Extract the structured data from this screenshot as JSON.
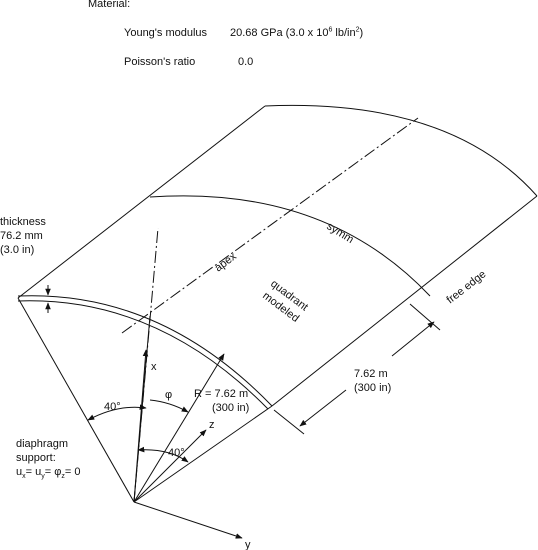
{
  "material": {
    "heading": "Material:",
    "youngs_label": "Young's modulus",
    "youngs_value_a": "20.68 GPa (3.0 x 10",
    "youngs_exp": "6",
    "youngs_value_b": " lb/in",
    "youngs_exp2": "2",
    "youngs_value_c": ")",
    "poisson_label": "Poisson's ratio",
    "poisson_value": "0.0"
  },
  "labels": {
    "thickness_1": "thickness",
    "thickness_2": "76.2 mm",
    "thickness_3": "(3.0 in)",
    "apex": "apex",
    "symm": "symm",
    "quadrant_1": "quadrant",
    "quadrant_2": "modeled",
    "free_edge": "free edge",
    "length_1": "7.62 m",
    "length_2": "(300 in)",
    "radius_1": "R = 7.62 m",
    "radius_2": "(300 in)",
    "phi": "φ",
    "angle_left": "40°",
    "angle_bottom": "40°",
    "axis_x": "x",
    "axis_y": "y",
    "axis_z": "z",
    "diaphragm_1": "diaphragm",
    "diaphragm_2": "support:",
    "diaphragm_3_u": "u",
    "diaphragm_3_s1": "x",
    "diaphragm_3_eq1": "= u",
    "diaphragm_3_s2": "y",
    "diaphragm_3_eq2": "= φ",
    "diaphragm_3_s3": "z",
    "diaphragm_3_eq3": "= 0"
  }
}
